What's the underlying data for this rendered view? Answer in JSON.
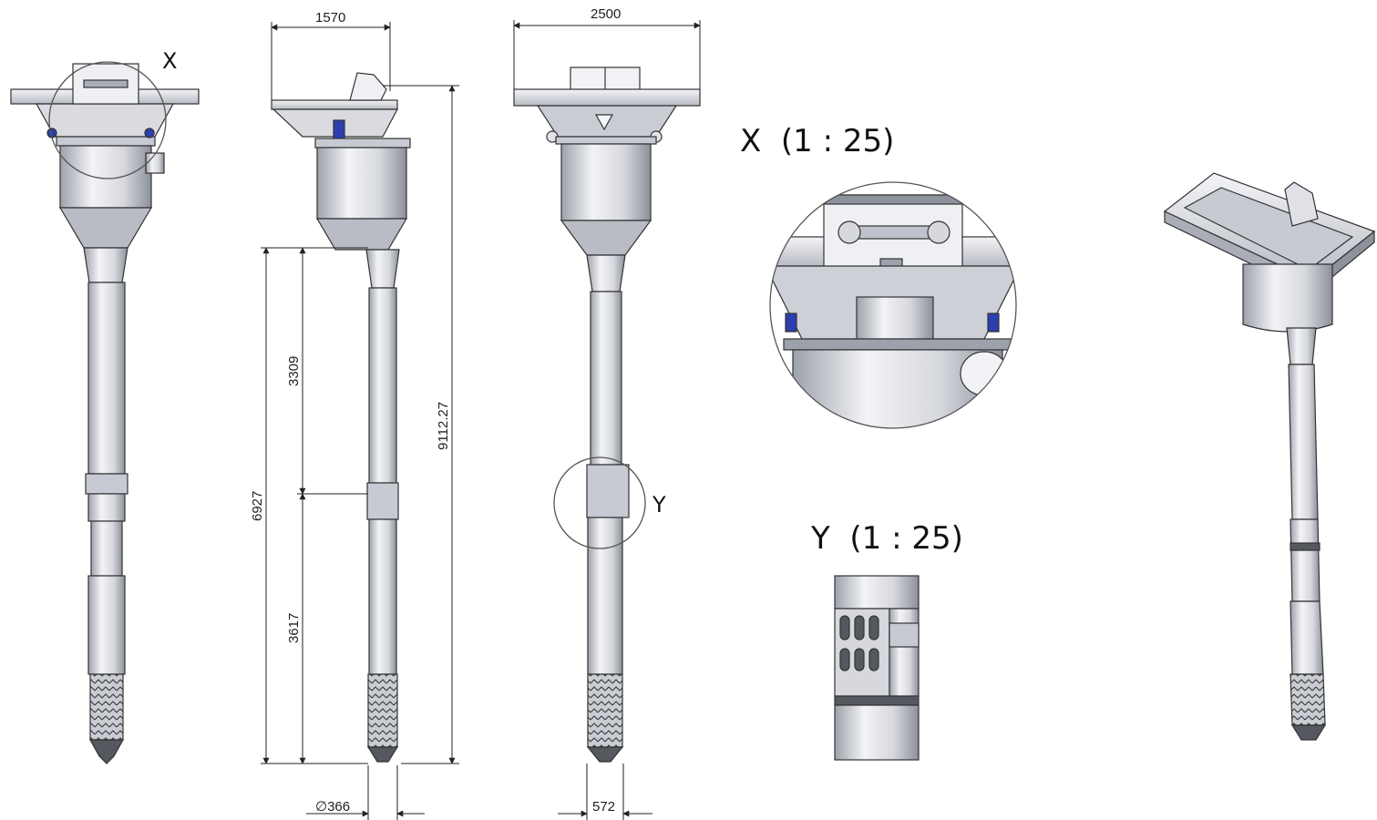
{
  "drawing": {
    "callouts": {
      "x_label": "X",
      "y_label": "Y"
    },
    "detail_x_title": "X  (1 : 25)",
    "detail_y_title": "Y  (1 : 25)",
    "dimensions": {
      "side_width": "1570",
      "top_width": "2500",
      "overall_height": "9112.27",
      "lower_length": "6927",
      "upper_section": "3309",
      "lower_section": "3617",
      "diameter": "∅366",
      "bottom_width": "572"
    }
  },
  "colors": {
    "metal_light": "#eef0f4",
    "metal_mid": "#c7cad2",
    "metal_dark": "#8e929c",
    "outline": "#333333",
    "accent_blue": "#2b3fae"
  }
}
